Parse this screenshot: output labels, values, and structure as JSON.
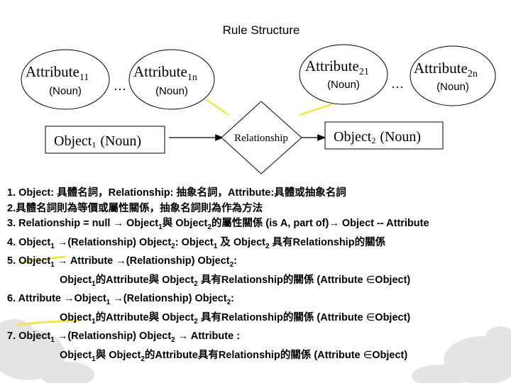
{
  "title": "Rule Structure",
  "colors": {
    "highlight": "#f2e64a",
    "ink": "#000000",
    "deco": "#e4e4e4"
  },
  "icons": {
    "arrow": "right-arrow-icon",
    "element_of": "element-of-symbol"
  },
  "diagram": {
    "attr11": {
      "name": "Attribute",
      "sub": "11",
      "noun": "(Noun)"
    },
    "attr1n": {
      "name": "Attribute",
      "sub": "1n",
      "noun": "(Noun)"
    },
    "attr21": {
      "name": "Attribute",
      "sub": "21",
      "noun": "(Noun)"
    },
    "attr2n": {
      "name": "Attribute",
      "sub": "2n",
      "noun": "(Noun)"
    },
    "ellipsis": "…",
    "object1": {
      "name": "Object",
      "sub": "1",
      "noun": "(Noun)"
    },
    "object2": {
      "name": "Object",
      "sub": "2",
      "noun": "(Noun)"
    },
    "relationship": "Relationship"
  },
  "rules": [
    {
      "parts": [
        "1. Object: 具體名詞，Relationship: 抽象名詞，Attribute:具體或抽象名詞"
      ]
    },
    {
      "parts": [
        "2.具體名詞則為等價或屬性關係，抽象名詞則為作為方法"
      ]
    },
    {
      "parts": [
        "3. Relationship = null ",
        "→",
        " Object",
        "1",
        "與 Object",
        "2",
        "的屬性關係 (is A, part of)",
        "→",
        " Object -- Attribute"
      ]
    },
    {
      "parts": [
        "4. Object",
        "1",
        " ",
        "→",
        "(Relationship) Object",
        "2",
        ": Object",
        "1",
        " 及 Object",
        "2",
        " 具有Relationship的關係"
      ]
    },
    {
      "parts": [
        "5. Object",
        "1",
        " ",
        "→",
        " Attribute ",
        "→",
        "(Relationship) Object",
        "2",
        ":"
      ]
    },
    {
      "parts": [
        "Object",
        "1",
        "的Attribute與 Object",
        "2",
        " 具有Relationship的關係 (Attribute ",
        "∈",
        "Object)"
      ],
      "indent": true
    },
    {
      "parts": [
        "6. Attribute ",
        "→",
        "Object",
        "1",
        " ",
        "→",
        "(Relationship) Object",
        "2",
        ":"
      ]
    },
    {
      "parts": [
        "Object",
        "1",
        "的Attribute與 Object",
        "2",
        " 具有Relationship的關係 (Attribute ",
        "∈",
        "Object)"
      ],
      "indent": true
    },
    {
      "parts": [
        "7. Object",
        "1",
        " ",
        "→",
        "(Relationship) Object",
        "2",
        " ",
        "→",
        " Attribute :"
      ]
    },
    {
      "parts": [
        "Object",
        "1",
        "與 Object",
        "2",
        "的Attribute具有Relationship的關係 (Attribute ",
        "∈",
        "Object)"
      ],
      "indent": true
    }
  ]
}
